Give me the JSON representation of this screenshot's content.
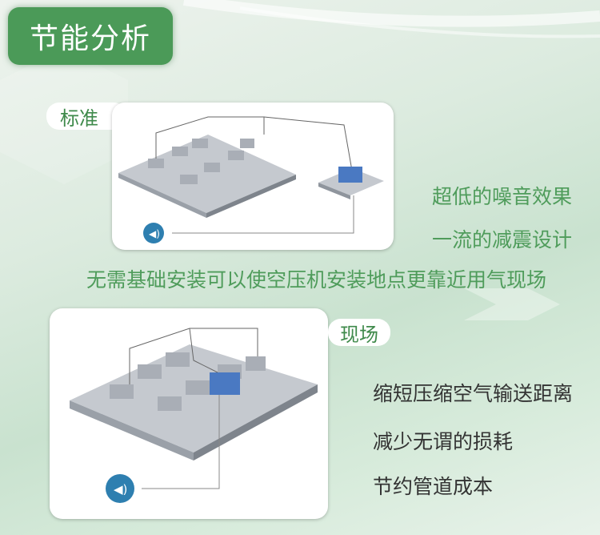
{
  "title": "节能分析",
  "standard": {
    "label": "标准"
  },
  "onsite": {
    "label": "现场"
  },
  "standard_features": [
    "超低的噪音效果",
    "一流的减震设计",
    "无需基础安装可以使空压机安装地点更靠近用气现场"
  ],
  "onsite_features": [
    "缩短压缩空气输送距离",
    "减少无谓的损耗",
    "节约管道成本"
  ],
  "colors": {
    "accent": "#4b9a58",
    "text_green": "#4f9c5b",
    "speaker": "#2e7fb0"
  }
}
